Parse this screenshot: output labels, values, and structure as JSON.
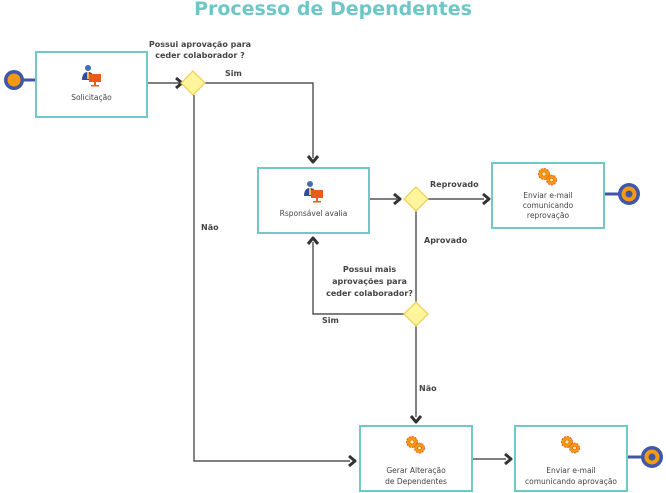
{
  "title": "Processo de Dependentes",
  "colors": {
    "title": "#6fc6c6",
    "task_border": "#72c8c6",
    "gateway_fill": "#fff59d",
    "gateway_stroke": "#f3cc4f",
    "event_ring": "#3f57a8",
    "event_fill": "#f39a12",
    "connector": "#333333"
  },
  "tasks": {
    "solicitacao": {
      "label": "Solicitação",
      "icon": "user-computer-icon"
    },
    "responsavel": {
      "label": "Rsponsável avalia",
      "icon": "user-computer-icon"
    },
    "reprovacao": {
      "label_lines": [
        "Enviar e-mail",
        "comunicando",
        "reprovação"
      ],
      "icon": "gears-icon"
    },
    "gerar": {
      "label_lines": [
        "Gerar Alteração",
        "de Dependentes"
      ],
      "icon": "gears-icon"
    },
    "aprovacao": {
      "label_lines": [
        "Enviar e-mail",
        "comunicando aprovação"
      ],
      "icon": "gears-icon"
    }
  },
  "gateways": {
    "g1": {
      "question_lines": [
        "Possui aprovação para",
        "ceder colaborador ?"
      ]
    },
    "g2": {
      "question_lines": []
    },
    "g3": {
      "question_lines": [
        "Possui mais",
        "aprovações para",
        "ceder colaborador?"
      ]
    }
  },
  "flow_labels": {
    "g1_sim": "Sim",
    "g1_nao": "Não",
    "g2_reprovado": "Reprovado",
    "g2_aprovado": "Aprovado",
    "g3_sim": "Sim",
    "g3_nao": "Não"
  },
  "events": {
    "start": "start-event",
    "end_reprovacao": "end-event",
    "end_aprovacao": "end-event"
  }
}
